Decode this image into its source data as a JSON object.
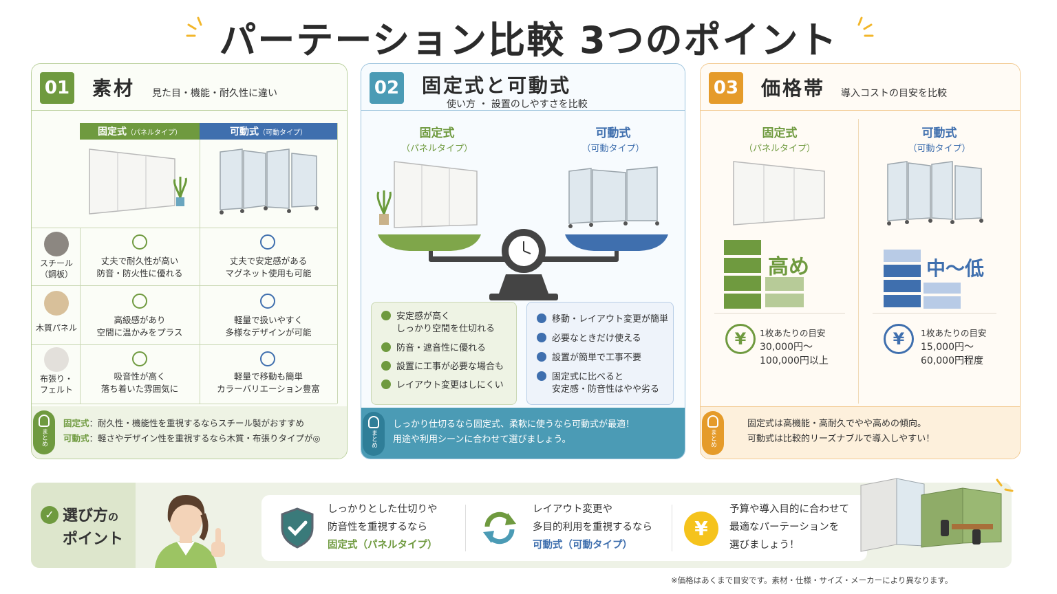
{
  "title": "パーテーション比較 3つのポイント",
  "colors": {
    "green": "#6f9a3f",
    "blue": "#3f6fae",
    "teal": "#4b9bb5",
    "orange": "#e59b2a"
  },
  "card1": {
    "num": "01",
    "title": "素材",
    "subtitle": "見た目・機能・耐久性に違い",
    "col_fixed": "固定式",
    "col_fixed_note": "（パネルタイプ）",
    "col_mobile": "可動式",
    "col_mobile_note": "（可動タイプ）",
    "rows": [
      {
        "label": "スチール（鋼板）",
        "fixed": "丈夫で耐久性が高い防音・防火性に優れる",
        "mobile": "丈夫で安定感があるマグネット使用も可能"
      },
      {
        "label": "木質パネル",
        "fixed": "高級感があり空間に温かみをプラス",
        "mobile": "軽量で扱いやすく多様なデザインが可能"
      },
      {
        "label": "布張り・フェルト",
        "fixed": "吸音性が高く落ち着いた雰囲気に",
        "mobile": "軽量で移動も簡単カラーバリエーション豊富"
      }
    ],
    "rows_lines": [
      {
        "label1": "スチール",
        "label2": "（鋼板）",
        "f1": "丈夫で耐久性が高い",
        "f2": "防音・防火性に優れる",
        "m1": "丈夫で安定感がある",
        "m2": "マグネット使用も可能"
      },
      {
        "label1": "木質パネル",
        "label2": "",
        "f1": "高級感があり",
        "f2": "空間に温かみをプラス",
        "m1": "軽量で扱いやすく",
        "m2": "多様なデザインが可能"
      },
      {
        "label1": "布張り・",
        "label2": "フェルト",
        "f1": "吸音性が高く",
        "f2": "落ち着いた雰囲気に",
        "m1": "軽量で移動も簡単",
        "m2": "カラーバリエーション豊富"
      }
    ],
    "summary_tag": "まとめ",
    "summary1_key": "固定式",
    "summary1": "：耐久性・機能性を重視するならスチール製がおすすめ",
    "summary2_key": "可動式",
    "summary2": "：軽さやデザイン性を重視するなら木質・布張りタイプが◎"
  },
  "card2": {
    "num": "02",
    "title": "固定式と可動式",
    "subtitle": "使い方 ・ 設置のしやすさを比較",
    "fixed": "固定式",
    "fixed_note": "（パネルタイプ）",
    "mobile": "可動式",
    "mobile_note": "（可動タイプ）",
    "fixed_points": [
      [
        "安定感が高く",
        "しっかり空間を仕切れる"
      ],
      [
        "防音・遮音性に優れる",
        ""
      ],
      [
        "設置に工事が必要な場合も",
        ""
      ],
      [
        "レイアウト変更はしにくい",
        ""
      ]
    ],
    "mobile_points": [
      [
        "移動・レイアウト変更が簡単",
        ""
      ],
      [
        "必要なときだけ使える",
        ""
      ],
      [
        "設置が簡単で工事不要",
        ""
      ],
      [
        "固定式に比べると",
        "安定感・防音性はやや劣る"
      ]
    ],
    "summary_tag": "まとめ",
    "summary1": "しっかり仕切るなら固定式、柔軟に使うなら可動式が最適！",
    "summary2": "用途や利用シーンに合わせて選びましょう。"
  },
  "card3": {
    "num": "03",
    "title": "価格帯",
    "subtitle": "導入コストの目安を比較",
    "fixed": "固定式",
    "fixed_note": "（パネルタイプ）",
    "mobile": "可動式",
    "mobile_note": "（可動タイプ）",
    "fixed_level": "高め",
    "mobile_level": "中～低",
    "yen": "¥",
    "fixed_price_label": "1枚あたりの目安",
    "fixed_price_1": "30,000円～",
    "fixed_price_2": "100,000円以上",
    "mobile_price_label": "1枚あたりの目安",
    "mobile_price_1": "15,000円～",
    "mobile_price_2": "60,000円程度",
    "summary_tag": "まとめ",
    "summary1": "固定式は高機能・高耐久でやや高めの傾向。",
    "summary2": "可動式は比較的リーズナブルで導入しやすい！"
  },
  "bottom": {
    "heading1": "選び方",
    "heading_no": "の",
    "heading2": "ポイント",
    "tip1": [
      "しっかりとした仕切りや",
      "防音性を重視するなら",
      "固定式（パネルタイプ）"
    ],
    "tip2": [
      "レイアウト変更や",
      "多目的利用を重視するなら",
      "可動式（可動タイプ）"
    ],
    "tip3": [
      "予算や導入目的に合わせて",
      "最適なパーテーションを",
      "選びましょう！"
    ],
    "yen": "¥"
  },
  "note": "※価格はあくまで目安です。素材・仕様・サイズ・メーカーにより異なります。"
}
